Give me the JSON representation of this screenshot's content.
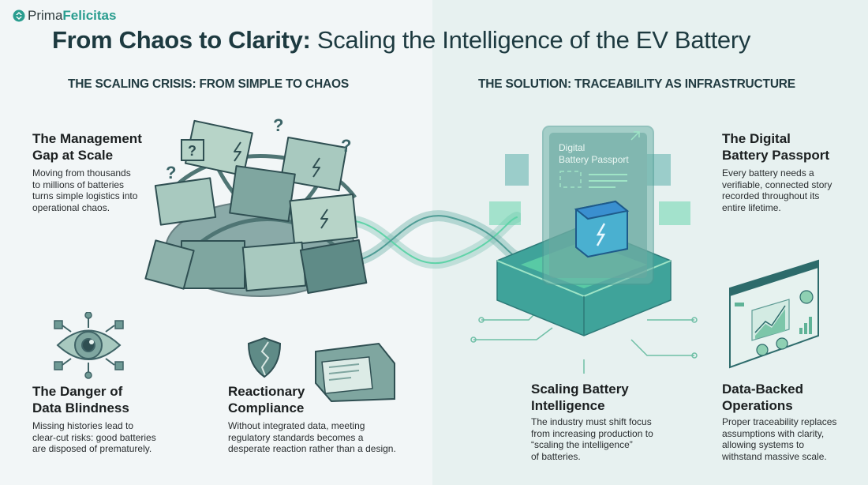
{
  "brand": {
    "prima": "Prima",
    "felicitas": "Felicitas",
    "icon": "recycle-logo-icon"
  },
  "header": {
    "title_bold": "From Chaos to Clarity:",
    "title_rest": " Scaling the Intelligence of the EV Battery"
  },
  "sections": {
    "left": "THE SCALING CRISIS: FROM SIMPLE TO CHAOS",
    "right": "THE SOLUTION: TRACEABILITY AS INFRASTRUCTURE"
  },
  "cards": [
    {
      "title_line1": "The Management",
      "title_line2": "Gap at Scale",
      "body": [
        "Moving from thousands",
        "to millions of batteries",
        "turns simple logistics into",
        "operational chaos."
      ]
    },
    {
      "title_line1": "The Digital",
      "title_line2": "Battery Passport",
      "body": [
        "Every battery needs a",
        "verifiable, connected story",
        "recorded throughout its",
        "entire lifetime."
      ]
    },
    {
      "title_line1": "The Danger of",
      "title_line2": "Data Blindness",
      "body": [
        "Missing histories lead to",
        "clear-cut risks: good batteries",
        "are disposed of prematurely."
      ]
    },
    {
      "title_line1": "Reactionary",
      "title_line2": "Compliance",
      "body": [
        "Without integrated data, meeting",
        "regulatory standards becomes a",
        "desperate reaction rather than a design."
      ]
    },
    {
      "title_line1": "Scaling Battery",
      "title_line2": "Intelligence",
      "body": [
        "The industry must shift focus",
        "from increasing production to",
        "“scaling the intelligence”",
        "of batteries."
      ]
    },
    {
      "title_line1": "Data-Backed",
      "title_line2": "Operations",
      "body": [
        "Proper traceability replaces",
        "assumptions with clarity,",
        "allowing systems to",
        "withstand massive scale."
      ]
    }
  ],
  "passport": {
    "line1": "Digital",
    "line2": "Battery Passport"
  },
  "colors": {
    "dark_teal": "#1d3a40",
    "brand_green": "#2a9d8f",
    "accent_mint": "#5fd3a8",
    "slate": "#4f7f80"
  }
}
